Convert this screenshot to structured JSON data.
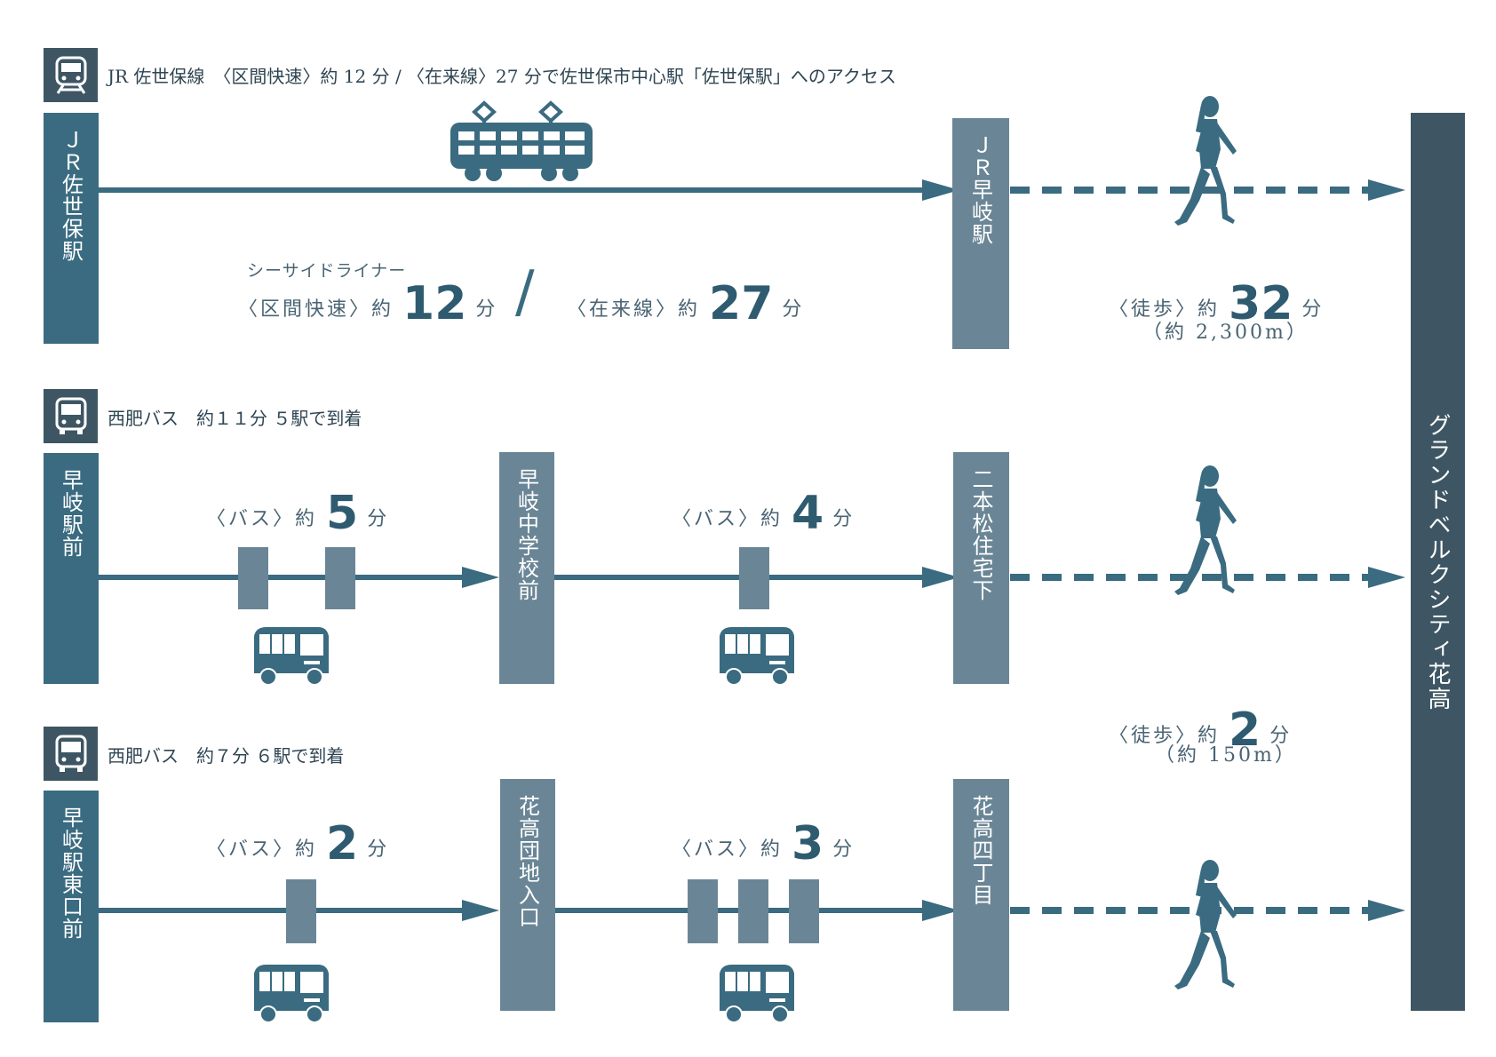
{
  "route1": {
    "caption": "JR 佐世保線　〈区間快速〉約 12 分 / 〈在来線〉27 分で佐世保市中心駅「佐世保駅」へのアクセス",
    "origin": "ＪＲ佐世保駅",
    "station": "ＪＲ早岐駅",
    "liner": "シーサイドライナー",
    "rapid_prefix": "〈区間快速〉約",
    "rapid_min": "12",
    "rapid_unit": "分",
    "slash": "/",
    "local_prefix": "〈在来線〉約",
    "local_min": "27",
    "local_unit": "分",
    "walk_prefix": "〈徒歩〉約",
    "walk_min": "32",
    "walk_unit": "分",
    "walk_dist": "（約 2,300m）"
  },
  "route2": {
    "caption": "西肥バス　約１１分 ５駅で到着",
    "origin": "早岐駅前",
    "mid": "早岐中学校前",
    "end": "二本松住宅下",
    "seg1_prefix": "〈バス〉約",
    "seg1_min": "5",
    "seg1_unit": "分",
    "seg2_prefix": "〈バス〉約",
    "seg2_min": "4",
    "seg2_unit": "分"
  },
  "route3": {
    "caption": "西肥バス　約７分 ６駅で到着",
    "origin": "早岐駅東口前",
    "mid": "花高団地入口",
    "end": "花高四丁目",
    "seg1_prefix": "〈バス〉約",
    "seg1_min": "2",
    "seg1_unit": "分",
    "seg2_prefix": "〈バス〉約",
    "seg2_min": "3",
    "seg2_unit": "分"
  },
  "walk_short": {
    "prefix": "〈徒歩〉約",
    "min": "2",
    "unit": "分",
    "dist": "（約 150m）"
  },
  "destination": "グランドベルクシティ花高",
  "colors": {
    "teal": "#3a6b80",
    "grey": "#6a8696",
    "dark": "#3e5663"
  },
  "icons": [
    "train-icon",
    "bus-icon",
    "walker-icon"
  ]
}
